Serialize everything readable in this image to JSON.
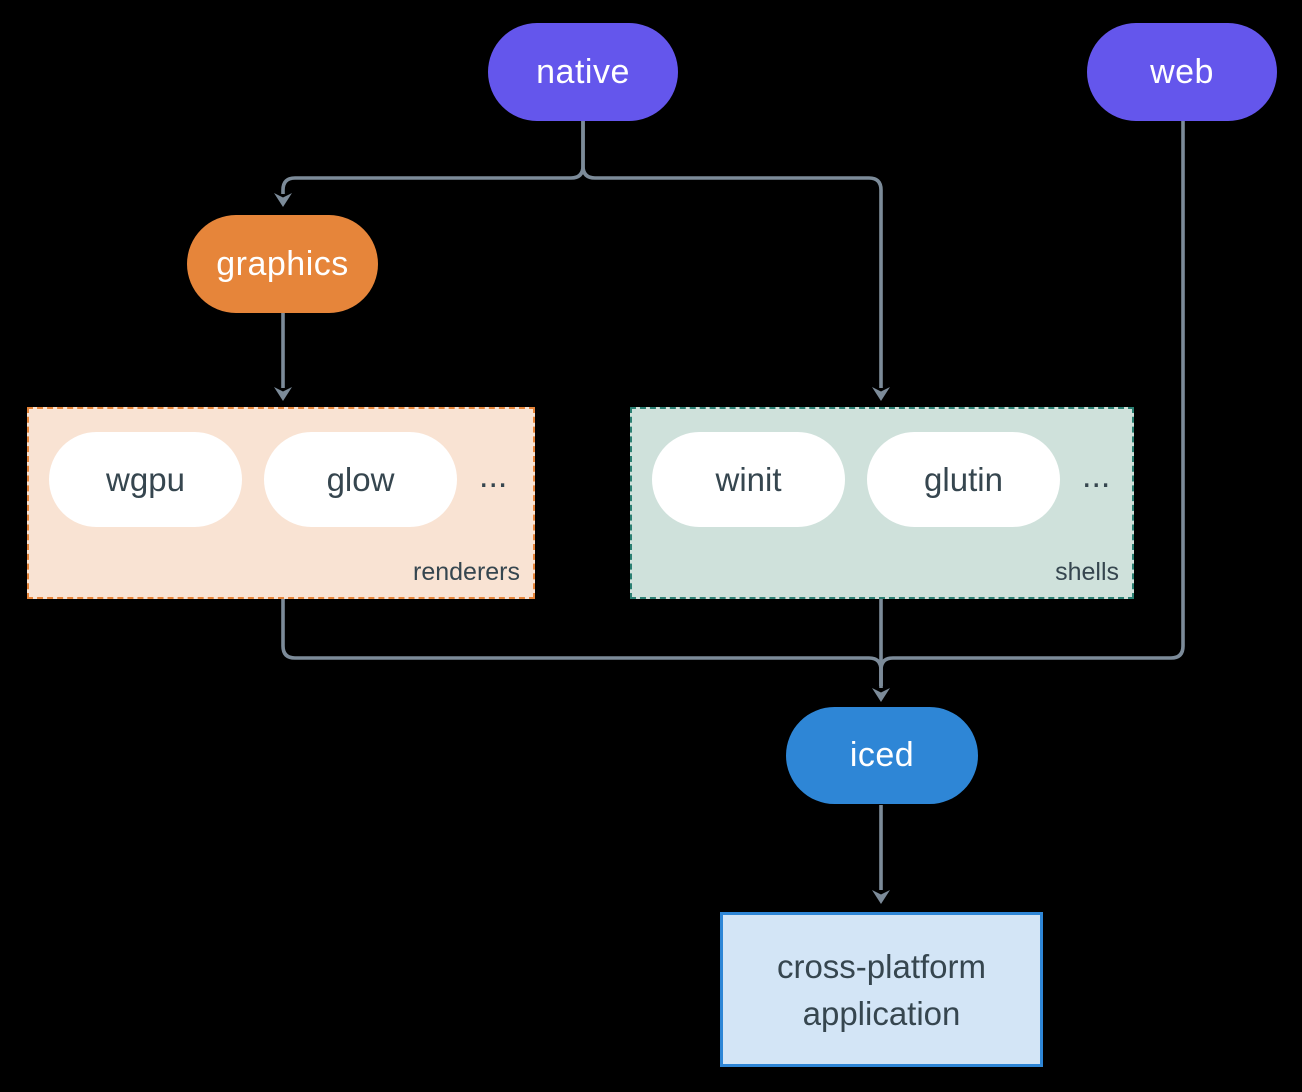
{
  "diagram": {
    "nodes": {
      "native": {
        "label": "native"
      },
      "web": {
        "label": "web"
      },
      "graphics": {
        "label": "graphics"
      },
      "iced": {
        "label": "iced"
      },
      "application": {
        "line1": "cross-platform",
        "line2": "application"
      }
    },
    "groups": {
      "renderers": {
        "label": "renderers",
        "items": [
          "wgpu",
          "glow"
        ],
        "more": "..."
      },
      "shells": {
        "label": "shells",
        "items": [
          "winit",
          "glutin"
        ],
        "more": "..."
      }
    }
  },
  "colors": {
    "canvas-bg": "#000000",
    "edge": "#7c8b99",
    "node-purple": "#6456ec",
    "node-orange": "#e6853a",
    "node-blue": "#2e86d6",
    "node-text-light": "#ffffff",
    "text-dark": "#36464f",
    "pill-white": "#ffffff",
    "renderers-fill": "#f9e3d3",
    "renderers-border": "#e6853a",
    "shells-fill": "#cfe1db",
    "shells-border": "#2b7f72",
    "app-fill": "#d3e5f6",
    "app-border": "#2e86d6"
  }
}
